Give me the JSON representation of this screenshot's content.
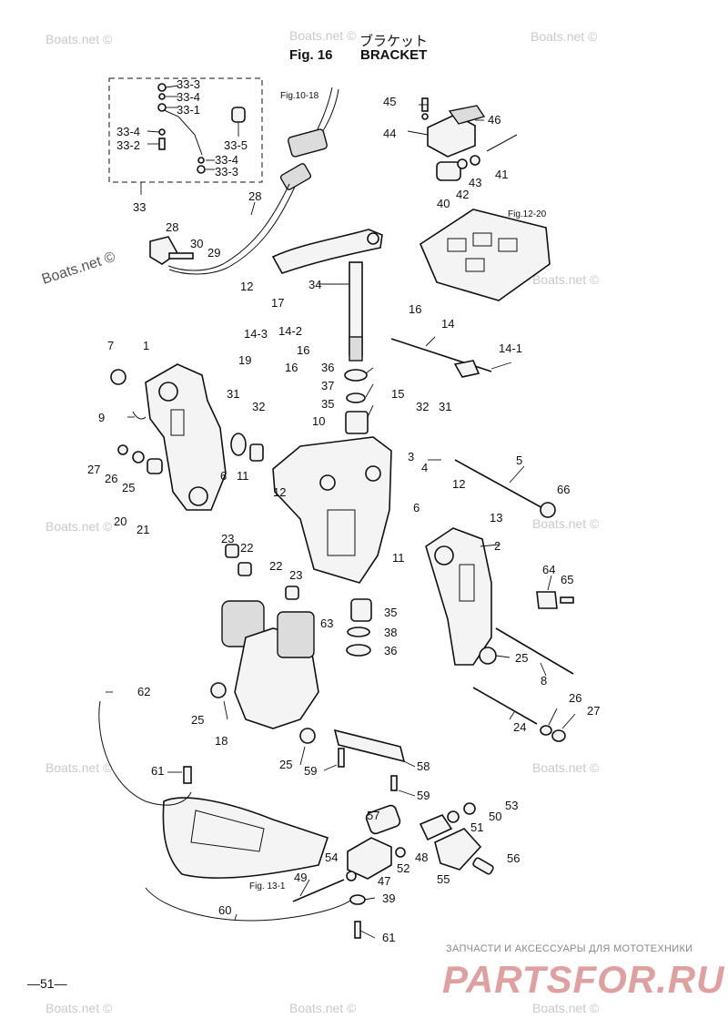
{
  "header": {
    "title_jp": "ブラケット",
    "fig_label": "Fig. 16",
    "title_en": "BRACKET"
  },
  "references": {
    "fig_10_18": "Fig.10-18",
    "fig_12_20": "Fig.12-20",
    "fig_13_1": "Fig. 13-1"
  },
  "part_labels": [
    "33-3",
    "33-4",
    "33-1",
    "33-4",
    "33-2",
    "33-5",
    "33-4",
    "33-3",
    "33",
    "28",
    "28",
    "30",
    "29",
    "34",
    "12",
    "17",
    "14-2",
    "14-3",
    "16",
    "7",
    "1",
    "19",
    "16",
    "36",
    "37",
    "35",
    "31",
    "32",
    "9",
    "10",
    "15",
    "32",
    "31",
    "14",
    "14-1",
    "16",
    "45",
    "46",
    "44",
    "41",
    "43",
    "42",
    "40",
    "27",
    "26",
    "25",
    "6",
    "11",
    "12",
    "3",
    "4",
    "5",
    "12",
    "66",
    "13",
    "6",
    "11",
    "2",
    "20",
    "21",
    "23",
    "22",
    "22",
    "23",
    "63",
    "35",
    "38",
    "36",
    "64",
    "65",
    "25",
    "8",
    "62",
    "25",
    "18",
    "25",
    "59",
    "58",
    "26",
    "27",
    "24",
    "61",
    "59",
    "53",
    "57",
    "50",
    "51",
    "54",
    "48",
    "52",
    "56",
    "55",
    "47",
    "49",
    "39",
    "60",
    "61"
  ],
  "watermark": "Boats.net ©",
  "page_number": "—51—",
  "promo_text": "ЗАПЧАСТИ И АКСЕССУАРЫ ДЛЯ МОТОТЕХНИКИ",
  "brand_text": "PARTSFOR.RU"
}
